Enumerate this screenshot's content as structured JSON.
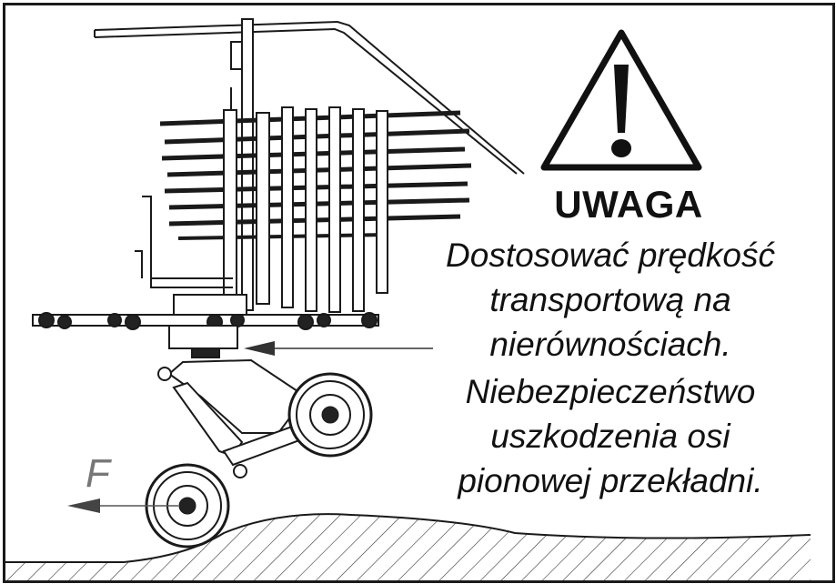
{
  "warning": {
    "heading": "UWAGA",
    "message_lines_1": [
      "Dostosować prędkość",
      "transportową na",
      "nierównościach."
    ],
    "message_lines_2": [
      "Niebezpieczeństwo",
      "uszkodzenia osi",
      "pionowej przekładni."
    ],
    "icon": "warning-triangle-exclamation-icon"
  },
  "diagram": {
    "force_label": "F",
    "force_color": "#777777",
    "line_color": "#1a1a1a"
  }
}
